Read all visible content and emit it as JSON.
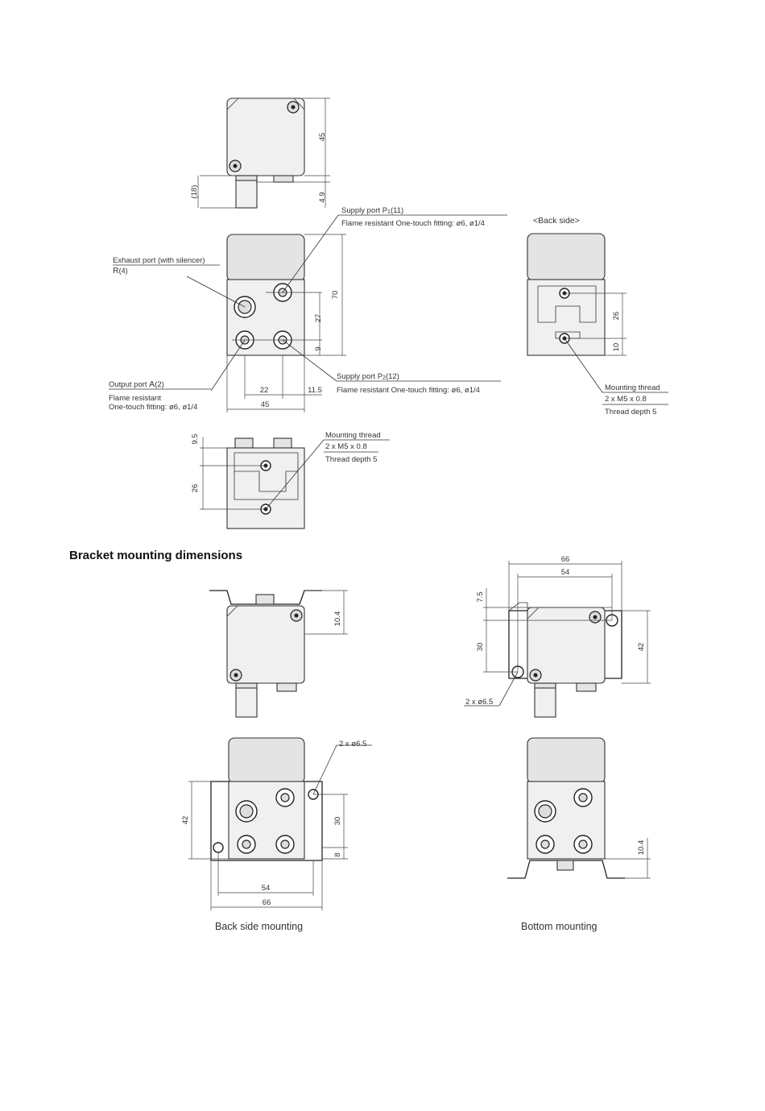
{
  "section": {
    "bracket_title": "Bracket mounting dimensions"
  },
  "captions": {
    "back_side_mounting": "Back side mounting",
    "bottom_mounting": "Bottom mounting"
  },
  "top_view": {
    "dim_45": "45",
    "dim_49": "4.9",
    "dim_18": "(18)"
  },
  "front_view": {
    "supply_p1_label": "Supply port P",
    "supply_p1_sub": "1",
    "supply_p1_num": "(11)",
    "supply_p1_fitting": "Flame resistant One-touch fitting: ø6, ø1/4",
    "exhaust_label": "Exhaust port (with silencer)",
    "exhaust_r": "R",
    "exhaust_num": "(4)",
    "output_label": "Output port ",
    "output_a": "A",
    "output_num": "(2)",
    "output_fitting_1": "Flame resistant",
    "output_fitting_2": "One-touch fitting: ø6, ø1/4",
    "supply_p2_label": "Supply port P",
    "supply_p2_sub": "2",
    "supply_p2_num": "(12)",
    "supply_p2_fitting": "Flame resistant One-touch fitting: ø6, ø1/4",
    "dim_70": "70",
    "dim_27": "27",
    "dim_9": "9",
    "dim_22": "22",
    "dim_11_5": "11.5",
    "dim_45": "45"
  },
  "back_view": {
    "title": "<Back side>",
    "dim_26": "26",
    "dim_10": "10",
    "mount_label": "Mounting thread",
    "mount_spec": "2 x M5 x 0.8",
    "mount_depth": "Thread depth 5"
  },
  "bottom_view": {
    "dim_9_5": "9.5",
    "dim_26": "26",
    "mount_label": "Mounting thread",
    "mount_spec": "2 x M5 x 0.8",
    "mount_depth": "Thread depth 5"
  },
  "bracket_back_top": {
    "dim_10_4": "10.4"
  },
  "bracket_bottom_side": {
    "dim_66": "66",
    "dim_54": "54",
    "dim_7_5": "7.5",
    "dim_30": "30",
    "dim_42": "42",
    "hole_label": "2 x ø6.5"
  },
  "bracket_back_front": {
    "hole_label": "2 x ø6.5",
    "dim_42": "42",
    "dim_30": "30",
    "dim_8": "8",
    "dim_54": "54",
    "dim_66": "66"
  },
  "bracket_bottom_front": {
    "dim_10_4": "10.4"
  }
}
